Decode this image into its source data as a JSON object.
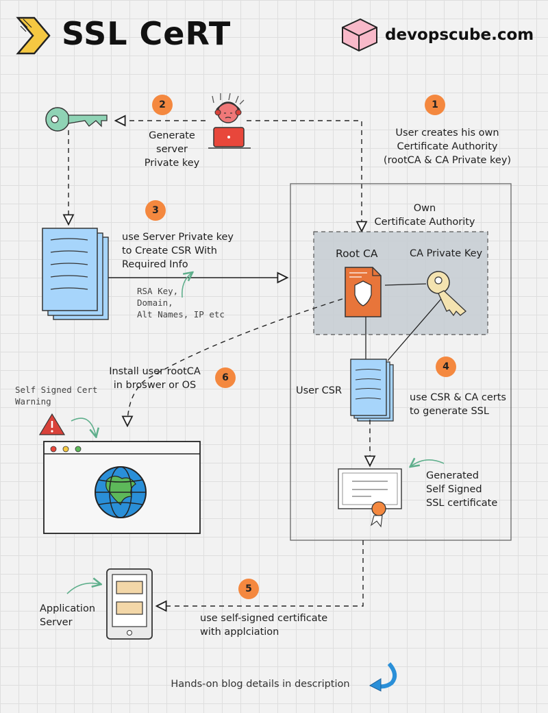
{
  "header": {
    "title": "SSL CeRT",
    "brand": "devopscube.com"
  },
  "steps": {
    "s1": {
      "badge": "1",
      "text": "User creates his own\nCertificate Authority\n(rootCA & CA Private key)"
    },
    "s2": {
      "badge": "2",
      "text": "Generate\nserver\nPrivate key"
    },
    "s3": {
      "badge": "3",
      "text": "use Server Private key\nto Create CSR With\nRequired Info",
      "note": "RSA Key,\nDomain,\nAlt Names, IP etc"
    },
    "s4": {
      "badge": "4",
      "text": "use CSR & CA certs\nto generate SSL"
    },
    "s5": {
      "badge": "5",
      "text": "use self-signed certificate\nwith applciation"
    },
    "s6": {
      "badge": "6",
      "text": "Install user rootCA\nin broswer or OS"
    }
  },
  "labels": {
    "own_ca": "Own\nCertificate Authority",
    "root_ca": "Root CA",
    "ca_private_key": "CA Private Key",
    "user_csr": "User CSR",
    "generated": "Generated\nSelf Signed\nSSL certificate",
    "warning": "Self Signed Cert\nWarning",
    "app_server": "Application\nServer"
  },
  "footer": "Hands-on blog details in description",
  "colors": {
    "accent_orange": "#f4883f",
    "doc_blue": "#a7d5fb",
    "root_ca_orange": "#e8753a",
    "key_green": "#8fd3b5",
    "warning_red": "#d9423a",
    "globe_blue": "#2a8fd8",
    "globe_green": "#5db85a"
  },
  "icons": [
    "chevron-logo-icon",
    "cube-logo-icon",
    "server-key-icon",
    "user-laptop-icon",
    "csr-document-icon",
    "root-ca-icon",
    "ca-key-icon",
    "user-csr-icon",
    "certificate-icon",
    "warning-icon",
    "browser-window-icon",
    "globe-icon",
    "phone-server-icon",
    "curved-arrow-icon"
  ]
}
